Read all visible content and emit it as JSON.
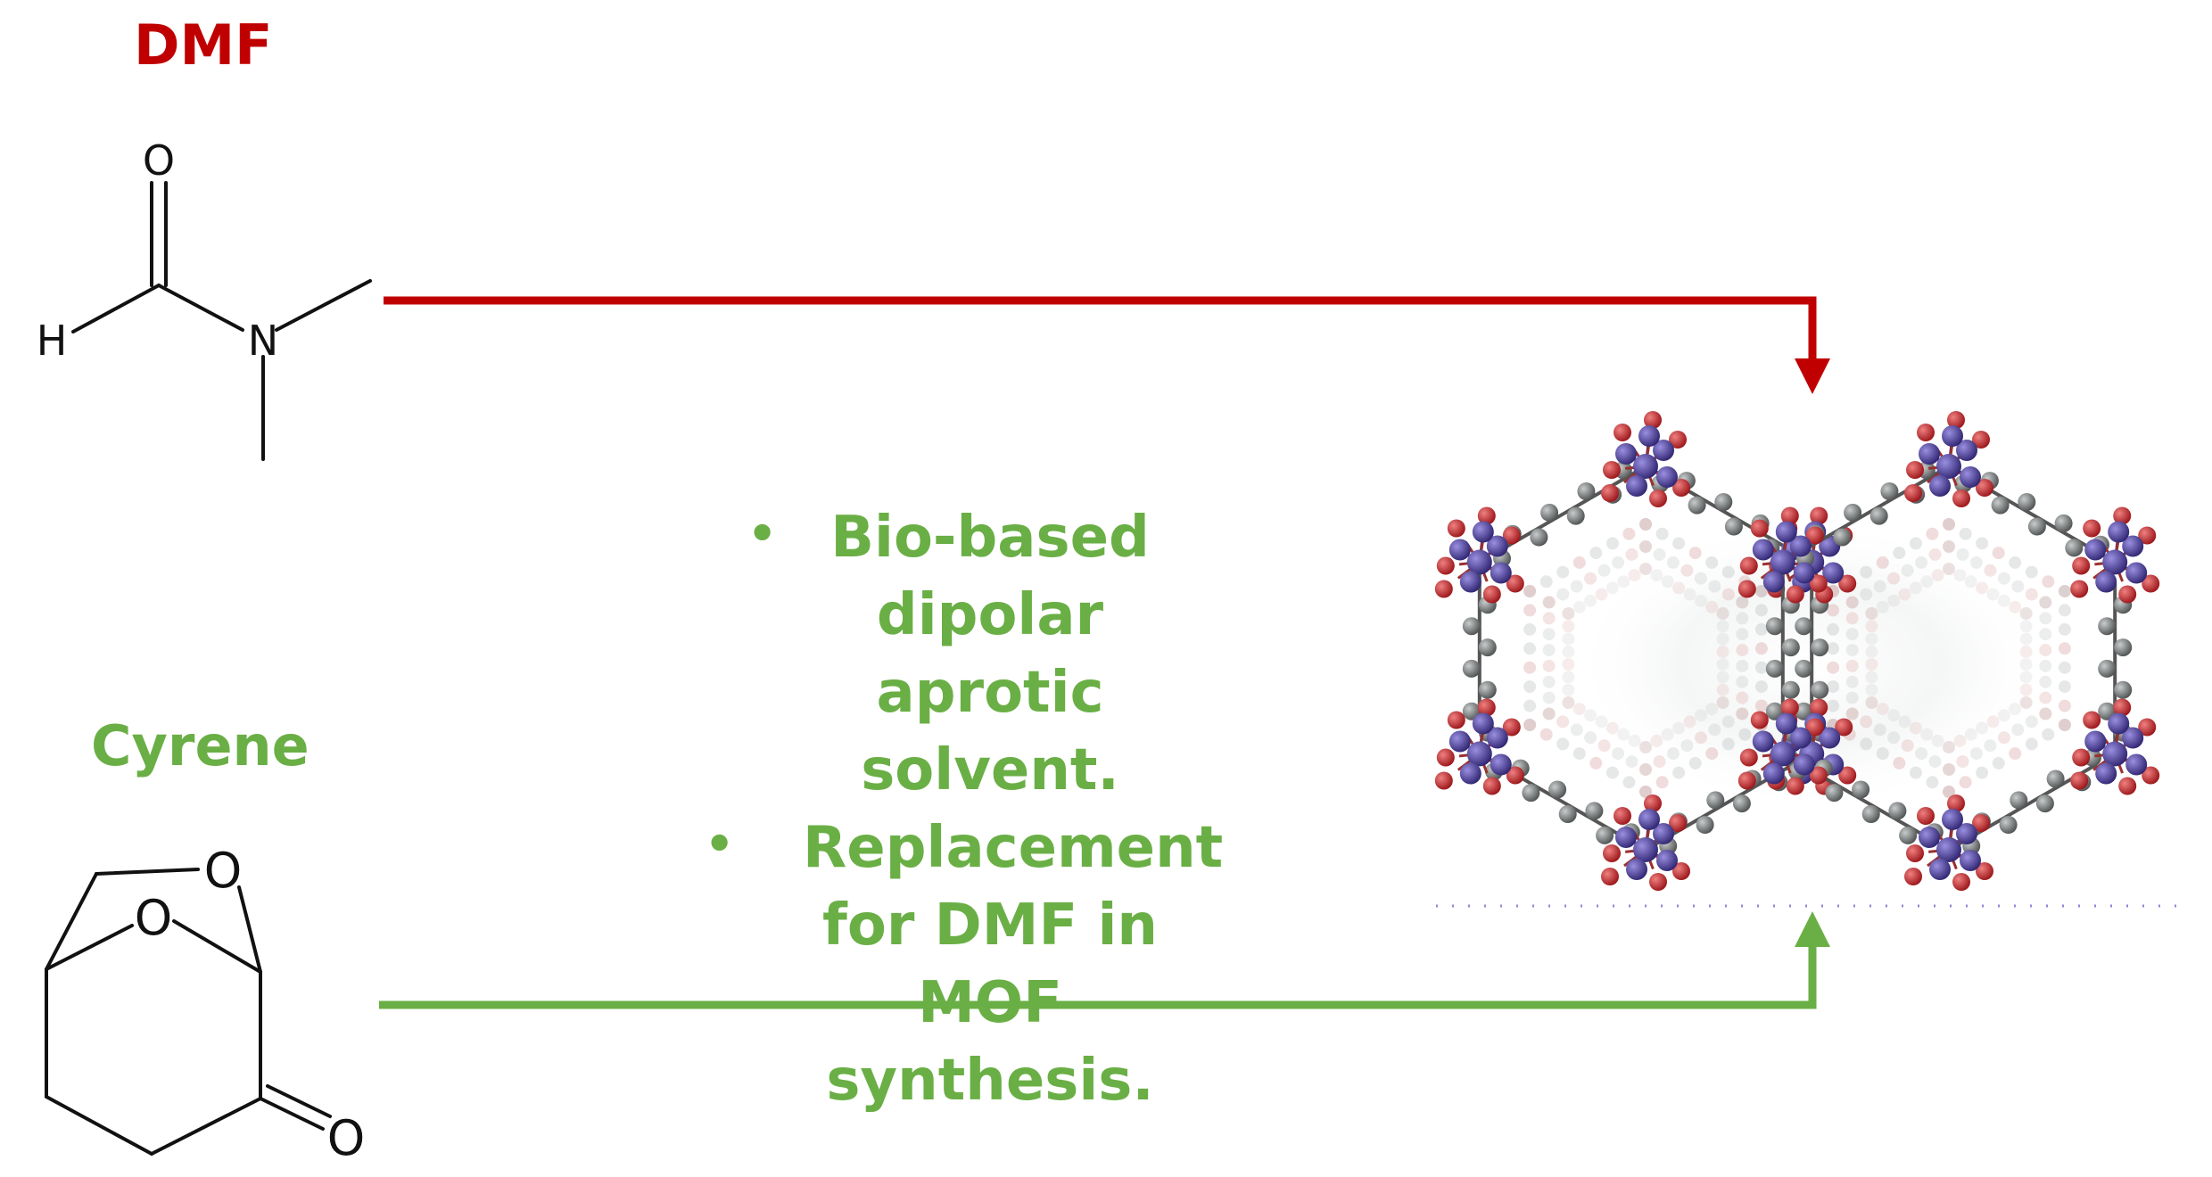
{
  "colors": {
    "dmf": "#c00000",
    "cyrene": "#6aaf45",
    "oxygen": "#c0262c",
    "metal": "#4b3e9a",
    "carbon": "#6b6e6e",
    "dotted": "#8a8ad8",
    "bond": "#111111"
  },
  "dmf": {
    "title": "DMF",
    "atoms": {
      "o": "O",
      "h": "H",
      "n": "N"
    }
  },
  "cyrene": {
    "title": "Cyrene",
    "atoms": {
      "o_top": "O",
      "o_ring": "O",
      "o_keto": "O"
    }
  },
  "bullets": [
    {
      "marker": "•",
      "text": "Bio-based dipolar aprotic solvent."
    },
    {
      "marker": "•",
      "text": "Replacement for DMF in MOF synthesis."
    }
  ],
  "mof": {
    "icon": "mof-framework-icon"
  }
}
